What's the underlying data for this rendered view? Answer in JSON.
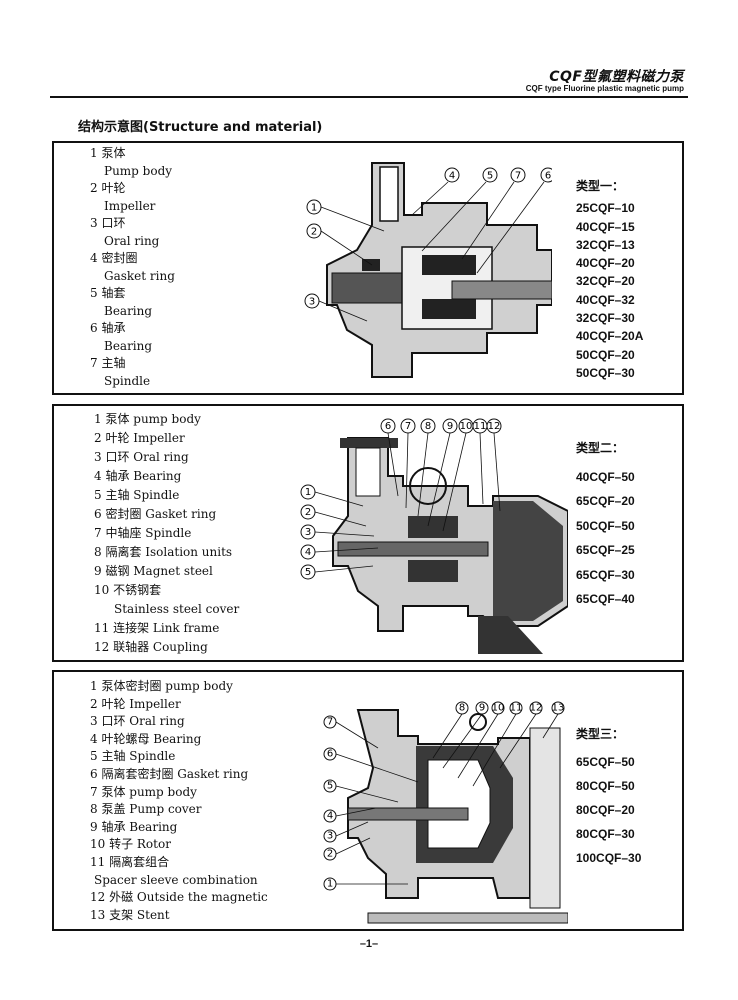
{
  "header": {
    "title": "CQF型氟塑料磁力泵",
    "subtitle": "CQF type Fluorine plastic magnetic  pump"
  },
  "section_title": "结构示意图(Structure and material)",
  "panel1": {
    "parts": [
      "1 泵体",
      "Pump body",
      "2 叶轮",
      "Impeller",
      "3 口环",
      "Oral ring",
      "4 密封圈",
      "Gasket ring",
      "5 轴套",
      "Bearing",
      "6 轴承",
      "Bearing",
      "7 主轴",
      "Spindle"
    ],
    "model_title": "类型一：",
    "models": [
      "25CQF–10",
      "40CQF–15",
      "32CQF–13",
      "40CQF–20",
      "32CQF–20",
      "40CQF–32",
      "32CQF–30",
      "40CQF–20A",
      "50CQF–20",
      "50CQF–30"
    ],
    "callouts": [
      "1",
      "2",
      "3",
      "4",
      "5",
      "7",
      "6"
    ]
  },
  "panel2": {
    "parts": [
      "1 泵体 pump body",
      "2 叶轮  Impeller",
      "3 口环  Oral ring",
      "4 轴承 Bearing",
      "5 主轴 Spindle",
      "6 密封圈  Gasket ring",
      "7 中轴座 Spindle",
      "8 隔离套  Isolation units",
      "9 磁钢 Magnet steel",
      "10 不锈钢套",
      "Stainless steel cover",
      "11 连接架  Link frame",
      "12 联轴器 Coupling"
    ],
    "model_title": "类型二：",
    "models": [
      "40CQF–50",
      "65CQF–20",
      "50CQF–50",
      "65CQF–25",
      "65CQF–30",
      "65CQF–40"
    ],
    "callouts": [
      "1",
      "2",
      "3",
      "4",
      "5",
      "6",
      "7",
      "8",
      "9",
      "10",
      "11",
      "12"
    ]
  },
  "panel3": {
    "parts": [
      "1 泵体密封圈 pump body",
      "2 叶轮  Impeller",
      "3 口环  Oral ring",
      "4 叶轮螺母 Bearing",
      "5 主轴 Spindle",
      "6 隔离套密封圈  Gasket ring",
      "7 泵体 pump body",
      "8 泵盖  Pump cover",
      "9 轴承 Bearing",
      "10 转子 Rotor",
      "11 隔离套组合",
      "Spacer sleeve combination",
      "12 外磁  Outside the magnetic",
      "13  支架  Stent"
    ],
    "model_title": "类型三：",
    "models": [
      "65CQF–50",
      "80CQF–50",
      "80CQF–20",
      "80CQF–30",
      "100CQF–30"
    ],
    "callouts": [
      "7",
      "6",
      "5",
      "4",
      "3",
      "2",
      "1",
      "8",
      "9",
      "10",
      "11",
      "12",
      "13"
    ]
  },
  "footer": "–1–"
}
